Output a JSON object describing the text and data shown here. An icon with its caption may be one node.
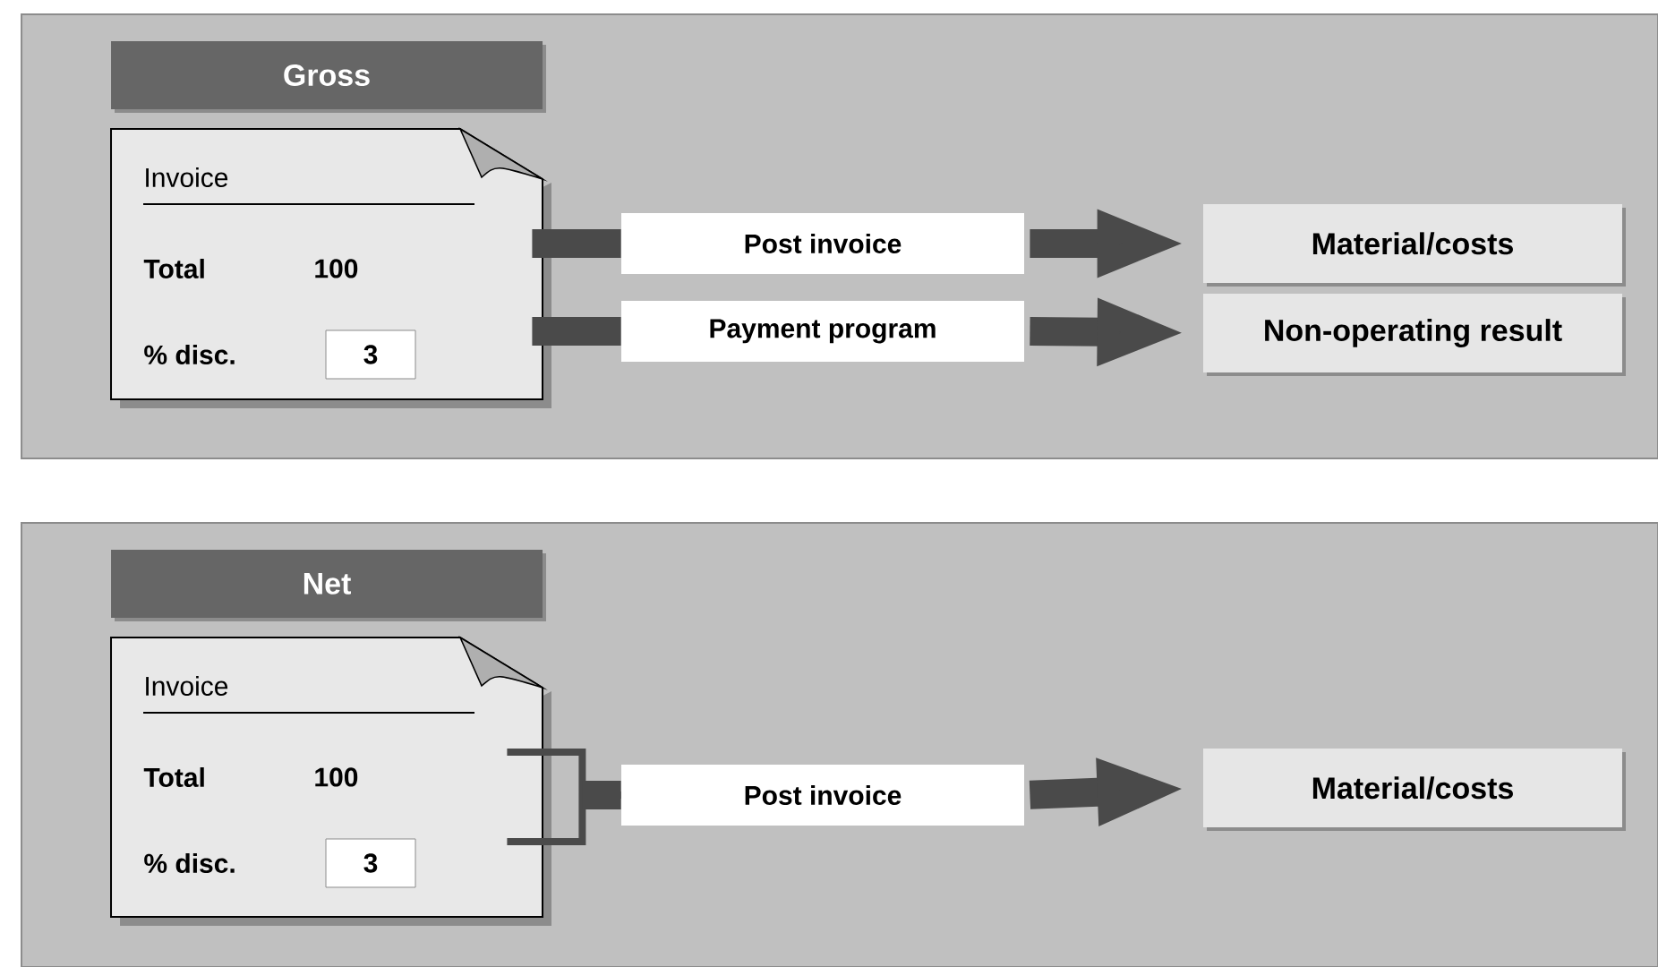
{
  "diagram": {
    "nodes": [
      {
        "text": [
          "Gross"
        ]
      },
      {
        "text": [
          "Invoice",
          "Total",
          "100",
          "% disc.",
          "3"
        ],
        "in": 0
      },
      {
        "text": [
          "Post invoice"
        ],
        "in": 0
      },
      {
        "text": [
          "Payment program"
        ],
        "in": 0
      },
      {
        "text": [
          "Material/costs"
        ],
        "in": 0
      },
      {
        "text": [
          "Non-operating result"
        ],
        "in": 0
      },
      {
        "text": [
          "Net"
        ]
      },
      {
        "text": [
          "Invoice",
          "Total",
          "100",
          "% disc.",
          "3"
        ],
        "in": 6
      },
      {
        "text": [
          "Post invoice"
        ],
        "in": 6
      },
      {
        "text": [
          "Material/costs"
        ],
        "in": 6
      }
    ],
    "edges": [
      {
        "from": 1,
        "to": 2,
        "arrow": "none"
      },
      {
        "from": 2,
        "to": 4,
        "arrow": "to"
      },
      {
        "from": 1,
        "to": 3,
        "arrow": "none"
      },
      {
        "from": 3,
        "to": 5,
        "arrow": "to"
      },
      {
        "from": 7,
        "to": 8,
        "arrow": "none"
      },
      {
        "from": 8,
        "to": 9,
        "arrow": "to"
      }
    ]
  }
}
